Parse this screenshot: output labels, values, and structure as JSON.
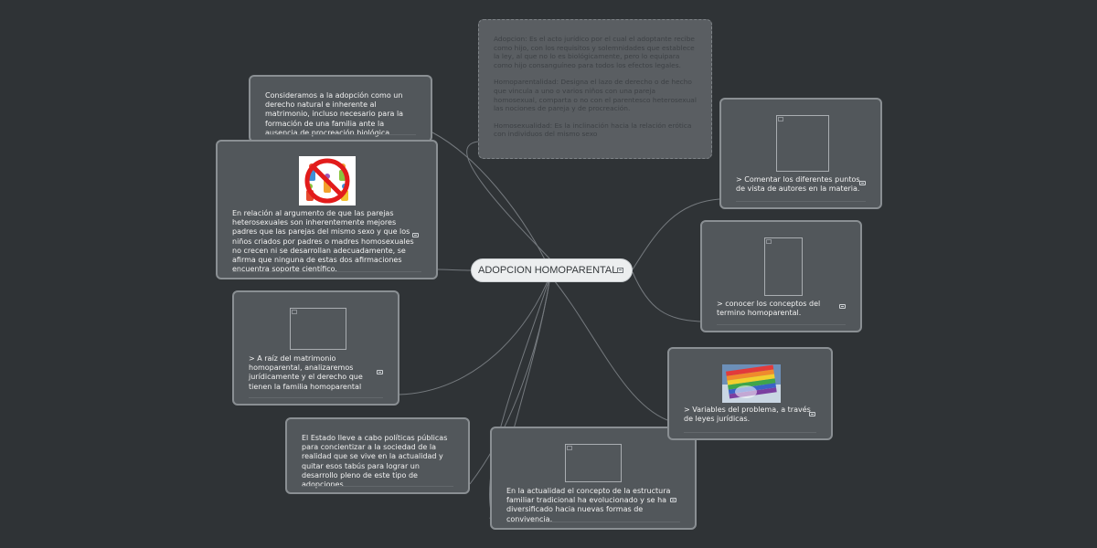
{
  "central": {
    "label": "ADOPCION HOMOPARENTAL"
  },
  "note": {
    "paragraphs": [
      "Adopcion: Es el acto jurídico por el cual el adoptante recibe como hijo, con los requisitos y solemnidades que establece la ley, al que no lo es biológicamente, pero lo equipara como hijo consanguíneo para todos los efectos legales.",
      "Homoparentalidad: Designa el lazo de derecho o de hecho que vincula a uno o varios niños con una pareja homosexual, comparta o no con el parentesco heterosexual las nociones de pareja y de procreación.",
      "Homosexualidad: Es la inclinación hacia la relación erótica con individuos del mismo sexo"
    ]
  },
  "nodes": {
    "considera": "Consideramos a la adopción como un derecho natural e inherente al matrimonio, incluso necesario para la formación de una familia ante la ausencia de procreación biológica.",
    "relacion": "En relación al argumento de que las parejas heterosexuales son inherentemente mejores padres que las parejas del mismo sexo y que los niños criados por padres o madres homosexuales no crecen ni se desarrollan adecuadamente, se afirma que ninguna de estas dos afirmaciones encuentra soporte científico.",
    "raiz": "> A raíz del matrimonio homoparental, analizaremos jurídicamente y el derecho que tienen la familia homoparental",
    "estado": "El Estado lleve a cabo políticas públicas para concientizar a la sociedad de la realidad que se vive en la actualidad y quitar esos tabús para lograr un desarrollo pleno de este tipo de adopciones.",
    "actualidad": "En la actualidad el concepto de la estructura familiar tradicional ha evolucionado y se ha diversificado hacia nuevas formas de convivencia.",
    "comentar": "> Comentar los diferentes puntos de vista de autores en la materia.",
    "conocer": "> conocer los conceptos del termino homoparental.",
    "variables": "> Variables del problema, a través de leyes jurídicas."
  },
  "icons": {
    "no_adoption_image": "no-same-sex-family-icon",
    "flag_image": "rainbow-flag-image",
    "note_icon": "note-icon"
  },
  "colors": {
    "background": "#2f3336",
    "node_fill": "#52575b",
    "node_border": "#8a8f93",
    "central_fill": "#eceeef"
  }
}
